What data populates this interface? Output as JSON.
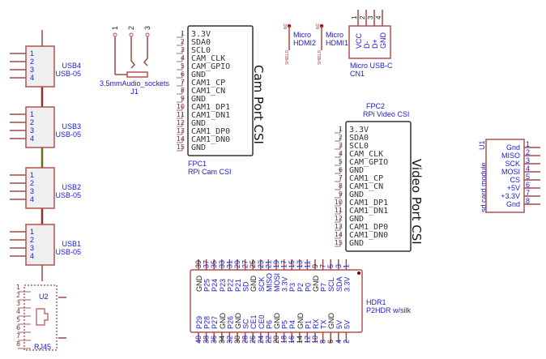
{
  "colors": {
    "wire": "#a04848",
    "body": "#b05050",
    "fill": "#efefef",
    "label": "#1a1ad0",
    "ground": "#222222",
    "green_wire": "#607020"
  },
  "usb": [
    {
      "ref": "USB4",
      "value": "USB-05",
      "pins": [
        "1",
        "2",
        "3",
        "4"
      ]
    },
    {
      "ref": "USB3",
      "value": "USB-05",
      "pins": [
        "1",
        "2",
        "3",
        "4"
      ]
    },
    {
      "ref": "USB2",
      "value": "USB-05",
      "pins": [
        "1",
        "2",
        "3",
        "4"
      ]
    },
    {
      "ref": "USB1",
      "value": "USB-05",
      "pins": [
        "1",
        "2",
        "3",
        "4"
      ]
    }
  ],
  "rj45": {
    "ref": "U2",
    "value": "RJ45",
    "pins": [
      "1",
      "2",
      "3",
      "4",
      "5",
      "6",
      "7",
      "8"
    ]
  },
  "audio": {
    "value": "3.5mmAudio_sockets",
    "ref": "J1",
    "pins": [
      "1",
      "2",
      "3"
    ]
  },
  "fpc1": {
    "title": "Cam Port CSI",
    "ref": "FPC1",
    "value": "RPi Cam CSI",
    "pins": [
      "3.3V",
      "SDA0",
      "SCL0",
      "CAM_CLK",
      "CAM_GPIO",
      "GND",
      "CAM1_CP",
      "CAM1_CN",
      "GND",
      "CAM1_DP1",
      "CAM1_DN1",
      "GND",
      "CAM1_DP0",
      "CAM1_DN0",
      "GND"
    ]
  },
  "fpc2": {
    "title": "Video Port CSI",
    "ref": "FPC2",
    "value": "RPi Video CSI",
    "pins": [
      "3.3V",
      "SDA0",
      "SCL0",
      "CAM_CLK",
      "CAM_GPIO",
      "GND",
      "CAM1_CP",
      "CAM1_CN",
      "GND",
      "CAM1_DP1",
      "CAM1_DN1",
      "GND",
      "CAM1_DP0",
      "CAM1_DN0",
      "GND"
    ]
  },
  "hdmi": [
    {
      "line1": "Micro",
      "line2": "HDMI2",
      "nc": "NC",
      "shield": "SHIELD"
    },
    {
      "line1": "Micro",
      "line2": "HDMI1",
      "nc": "NC",
      "shield": "SHIELD"
    }
  ],
  "usbc": {
    "value": "Micro USB-C",
    "ref": "CN1",
    "pins": [
      {
        "num": "1",
        "name": "VCC"
      },
      {
        "num": "2",
        "name": "D-"
      },
      {
        "num": "3",
        "name": "D+"
      },
      {
        "num": "4",
        "name": "GND"
      }
    ]
  },
  "sdcard": {
    "ref": "U1",
    "value": "sd card module",
    "pins": [
      {
        "num": "1",
        "name": "Gnd"
      },
      {
        "num": "2",
        "name": "MISO"
      },
      {
        "num": "3",
        "name": "SCK"
      },
      {
        "num": "4",
        "name": "MOSI"
      },
      {
        "num": "5",
        "name": "CS"
      },
      {
        "num": "6",
        "name": "+5V"
      },
      {
        "num": "7",
        "name": "+3.3V"
      },
      {
        "num": "8",
        "name": "Gnd"
      }
    ]
  },
  "header": {
    "ref": "HDR1",
    "value": "P2HDR w/silk",
    "top": [
      {
        "num": "39",
        "name": "GND"
      },
      {
        "num": "37",
        "name": "P25"
      },
      {
        "num": "35",
        "name": "P24"
      },
      {
        "num": "33",
        "name": "P23"
      },
      {
        "num": "31",
        "name": "P22"
      },
      {
        "num": "29",
        "name": "P21"
      },
      {
        "num": "27",
        "name": "SD"
      },
      {
        "num": "25",
        "name": "GND"
      },
      {
        "num": "23",
        "name": "SCK"
      },
      {
        "num": "21",
        "name": "MISO"
      },
      {
        "num": "19",
        "name": "MOSI"
      },
      {
        "num": "17",
        "name": "3.3V"
      },
      {
        "num": "15",
        "name": "P3"
      },
      {
        "num": "13",
        "name": "P2"
      },
      {
        "num": "11",
        "name": "P0"
      },
      {
        "num": "9",
        "name": "GND"
      },
      {
        "num": "7",
        "name": "P7"
      },
      {
        "num": "5",
        "name": "SCL"
      },
      {
        "num": "3",
        "name": "SDA"
      },
      {
        "num": "1",
        "name": "3.3V"
      }
    ],
    "bottom": [
      {
        "num": "40",
        "name": "P29"
      },
      {
        "num": "38",
        "name": "P28"
      },
      {
        "num": "36",
        "name": "P27"
      },
      {
        "num": "34",
        "name": "GND"
      },
      {
        "num": "32",
        "name": "P26"
      },
      {
        "num": "30",
        "name": "GND"
      },
      {
        "num": "28",
        "name": "SC"
      },
      {
        "num": "26",
        "name": "CE1"
      },
      {
        "num": "24",
        "name": "CE0"
      },
      {
        "num": "22",
        "name": "P6"
      },
      {
        "num": "20",
        "name": "GND"
      },
      {
        "num": "18",
        "name": "P5"
      },
      {
        "num": "16",
        "name": "P4"
      },
      {
        "num": "14",
        "name": "GND"
      },
      {
        "num": "12",
        "name": "P1"
      },
      {
        "num": "10",
        "name": "RX"
      },
      {
        "num": "8",
        "name": "TX"
      },
      {
        "num": "6",
        "name": "GND"
      },
      {
        "num": "4",
        "name": "5V"
      },
      {
        "num": "2",
        "name": "5V"
      }
    ]
  }
}
